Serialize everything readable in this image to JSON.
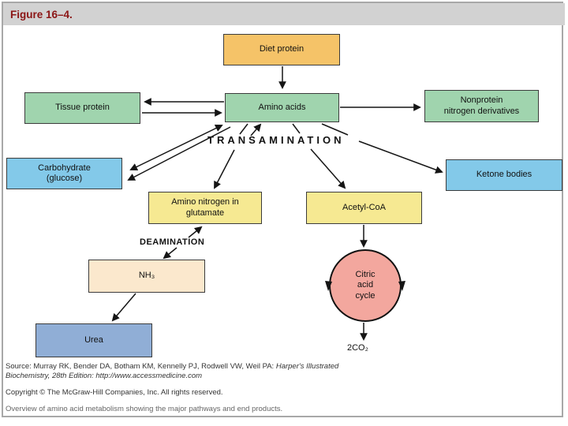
{
  "header": {
    "title": "Figure 16–4."
  },
  "boxes": {
    "diet_protein": {
      "label": "Diet protein",
      "fill": "#f5c368"
    },
    "tissue_protein": {
      "label": "Tissue protein",
      "fill": "#a0d4ae"
    },
    "amino_acids": {
      "label": "Amino acids",
      "fill": "#a0d4ae"
    },
    "nonprotein": {
      "label": "Nonprotein\nnitrogen derivatives",
      "fill": "#a0d4ae"
    },
    "carbohydrate": {
      "label": "Carbohydrate\n(glucose)",
      "fill": "#83c9e9"
    },
    "ketone_bodies": {
      "label": "Ketone bodies",
      "fill": "#83c9e9"
    },
    "glutamate": {
      "label": "Amino nitrogen in\nglutamate",
      "fill": "#f6e992"
    },
    "acetyl_coa": {
      "label": "Acetyl-CoA",
      "fill": "#f6e992"
    },
    "nh3": {
      "label": "NH₃",
      "fill": "#fbe8cd"
    },
    "urea": {
      "label": "Urea",
      "fill": "#90aed6"
    },
    "citric_cycle": {
      "label": "Citric\nacid\ncycle",
      "fill": "#f3a79e"
    }
  },
  "labels": {
    "transamination": "TRANSAMINATION",
    "deamination": "DEAMINATION",
    "co2": "2CO₂"
  },
  "footer": {
    "source_normal": "Source: Murray RK, Bender DA, Botham KM, Kennelly PJ, Rodwell VW, Weil PA: ",
    "source_italic": "Harper's Illustrated Biochemistry, 28th Edition: http://www.accessmedicine.com",
    "copyright": "Copyright © The McGraw-Hill Companies, Inc. All rights reserved.",
    "caption": "Overview of amino acid metabolism showing the major pathways and end products."
  },
  "colors": {
    "title_text": "#8b1515",
    "header_bar": "#d2d2d2",
    "line": "#151515"
  }
}
